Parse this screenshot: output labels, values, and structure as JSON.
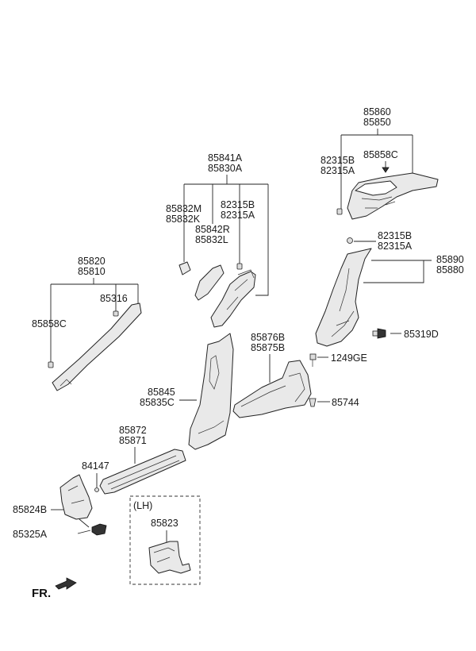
{
  "labels": {
    "p85860": "85860",
    "p85850": "85850",
    "p85858C_top": "85858C",
    "p82315B_top": "82315B",
    "p82315A_top": "82315A",
    "p85841A": "85841A",
    "p85830A": "85830A",
    "p85832M": "85832M",
    "p85832K": "85832K",
    "p82315B_mid": "82315B",
    "p82315A_mid": "82315A",
    "p85842R": "85842R",
    "p85832L": "85832L",
    "p82315B_right": "82315B",
    "p82315A_right": "82315A",
    "p85890": "85890",
    "p85880": "85880",
    "p85820": "85820",
    "p85810": "85810",
    "p85316": "85316",
    "p85858C_left": "85858C",
    "p85319D": "85319D",
    "p85876B": "85876B",
    "p85875B": "85875B",
    "p1249GE": "1249GE",
    "p85845": "85845",
    "p85835C": "85835C",
    "p85744": "85744",
    "p85872": "85872",
    "p85871": "85871",
    "p84147": "84147",
    "p85824B": "85824B",
    "p85325A": "85325A",
    "lh": "(LH)",
    "p85823": "85823",
    "fr": "FR."
  }
}
